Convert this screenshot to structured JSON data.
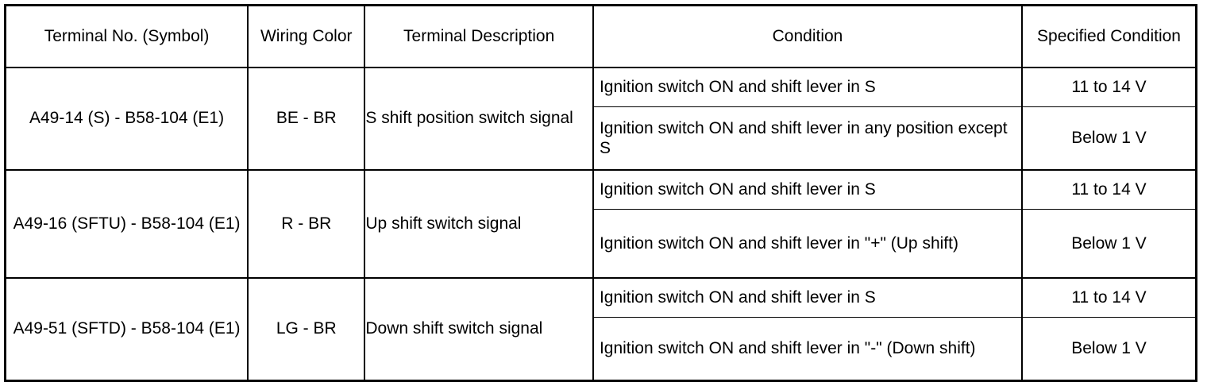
{
  "table": {
    "headers": [
      "Terminal No. (Symbol)",
      "Wiring Color",
      "Terminal Description",
      "Condition",
      "Specified Condition"
    ],
    "rows": [
      {
        "terminal": "A49-14 (S) - B58-104 (E1)",
        "wiring_color": "BE - BR",
        "description": "S shift position switch signal",
        "conditions": [
          {
            "condition": "Ignition switch ON and shift lever in S",
            "specified": "11 to 14 V"
          },
          {
            "condition": "Ignition switch ON and shift lever in any position except S",
            "specified": "Below 1 V"
          }
        ]
      },
      {
        "terminal": "A49-16 (SFTU) - B58-104 (E1)",
        "wiring_color": "R - BR",
        "description": "Up shift switch signal",
        "conditions": [
          {
            "condition": "Ignition switch ON and shift lever in S",
            "specified": "11 to 14 V"
          },
          {
            "condition": "Ignition switch ON and shift lever in \"+\" (Up shift)",
            "specified": "Below 1 V"
          }
        ]
      },
      {
        "terminal": "A49-51 (SFTD) - B58-104 (E1)",
        "wiring_color": "LG - BR",
        "description": "Down shift switch signal",
        "conditions": [
          {
            "condition": "Ignition switch ON and shift lever in S",
            "specified": "11 to 14 V"
          },
          {
            "condition": "Ignition switch ON and shift lever in \"-\" (Down shift)",
            "specified": "Below 1 V"
          }
        ]
      }
    ]
  },
  "colors": {
    "border": "#000000",
    "text": "#000000",
    "background": "#ffffff"
  }
}
